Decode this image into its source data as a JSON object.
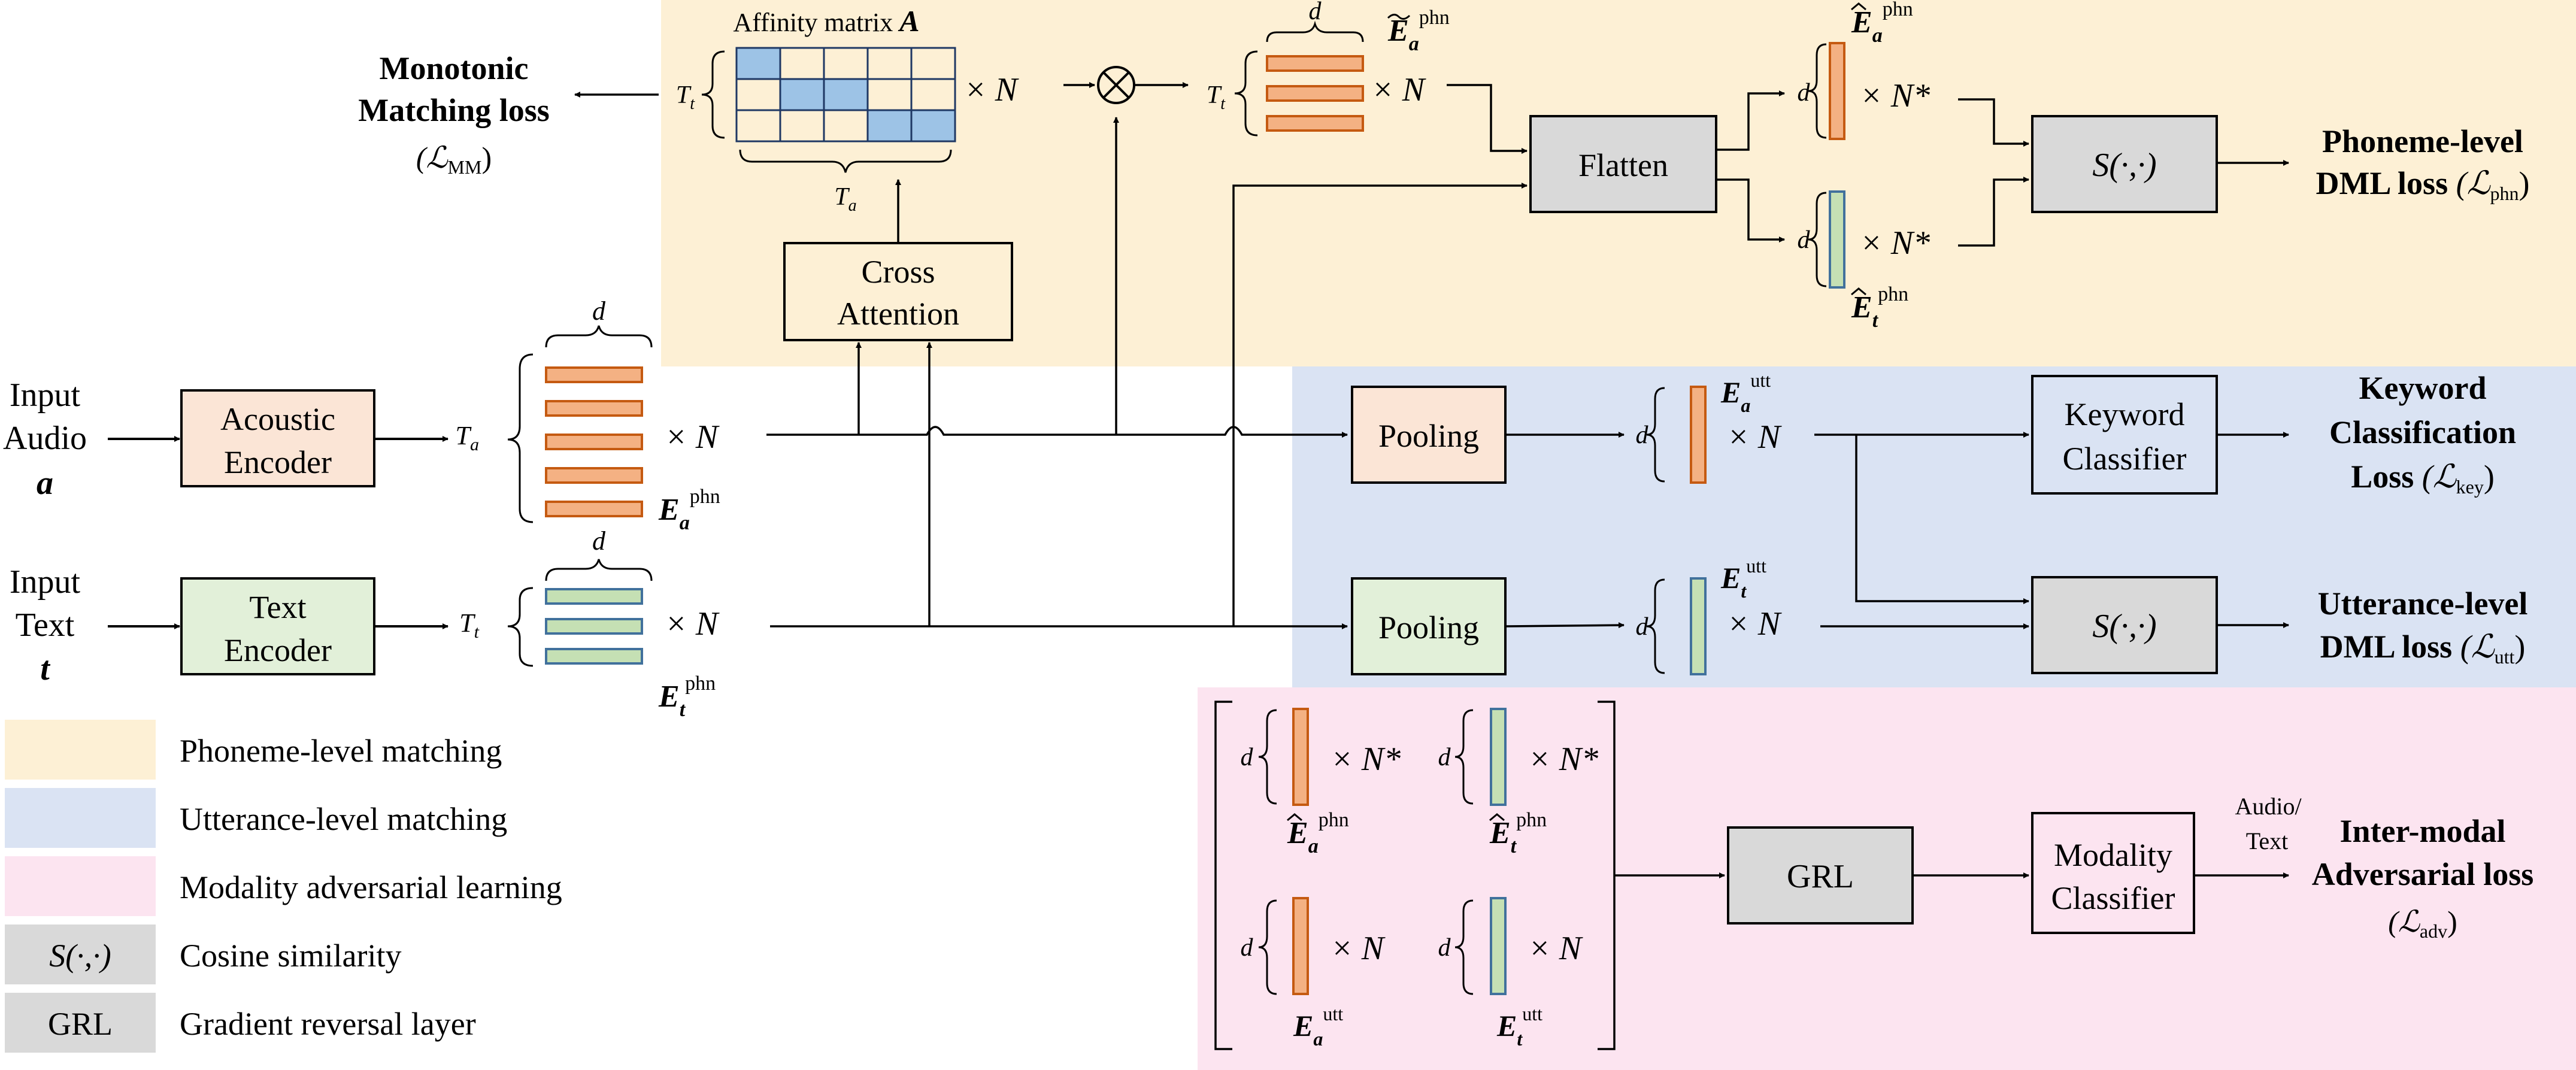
{
  "colors": {
    "phoneme_region": "#FDF0D5",
    "utterance_region": "#DAE3F3",
    "adversarial_region": "#FCE4F0",
    "acoustic_fill": "#FBE5D6",
    "text_fill": "#E2F0D9",
    "gray_fill": "#D9D9D9",
    "audio_bar": "#F4B183",
    "audio_bar_stroke": "#C55A11",
    "text_bar": "#C5E0B4",
    "text_bar_stroke": "#41719C",
    "affinity_cell": "#9DC3E6"
  },
  "inputs": {
    "audio_line1": "Input",
    "audio_line2": "Audio",
    "audio_symbol": "a",
    "text_line1": "Input",
    "text_line2": "Text",
    "text_symbol": "t"
  },
  "blocks": {
    "acoustic_encoder_line1": "Acoustic",
    "acoustic_encoder_line2": "Encoder",
    "text_encoder_line1": "Text",
    "text_encoder_line2": "Encoder",
    "cross_attention_line1": "Cross",
    "cross_attention_line2": "Attention",
    "flatten": "Flatten",
    "pooling_audio": "Pooling",
    "pooling_text": "Pooling",
    "keyword_classifier_line1": "Keyword",
    "keyword_classifier_line2": "Classifier",
    "cosine_top": "S(·,·)",
    "cosine_mid": "S(·,·)",
    "grl": "GRL",
    "modality_classifier_line1": "Modality",
    "modality_classifier_line2": "Classifier",
    "audio_text_line1": "Audio/",
    "audio_text_line2": "Text"
  },
  "symbols": {
    "d": "d",
    "Ta": "T",
    "Ta_sub": "a",
    "Tt": "T",
    "Tt_sub": "t",
    "times_N": "× N",
    "times_Nstar": "× N*",
    "E": "E",
    "sub_a": "a",
    "sub_t": "t",
    "sup_phn": "phn",
    "sup_utt": "utt",
    "affinity_label": "Affinity matrix",
    "affinity_symbol": "A",
    "otimes": "⊗"
  },
  "losses": {
    "mm_line1": "Monotonic",
    "mm_line2": "Matching loss",
    "mm_symbol": "(ℒ",
    "mm_sub": "MM",
    "phn_line1": "Phoneme-level",
    "phn_line2": "DML loss",
    "phn_symbol": "(ℒ",
    "phn_sub": "phn",
    "key_line1": "Keyword",
    "key_line2": "Classification",
    "key_line3": "Loss",
    "key_symbol": "(ℒ",
    "key_sub": "key",
    "utt_line1": "Utterance-level",
    "utt_line2": "DML loss",
    "utt_symbol": "(ℒ",
    "utt_sub": "utt",
    "adv_line1": "Inter-modal",
    "adv_line2": "Adversarial loss",
    "adv_symbol": "(ℒ",
    "adv_sub": "adv",
    "close_paren": ")"
  },
  "legend": [
    {
      "label": "Phoneme-level matching",
      "swatch": ""
    },
    {
      "label": "Utterance-level matching",
      "swatch": ""
    },
    {
      "label": "Modality adversarial learning",
      "swatch": ""
    },
    {
      "label": "Cosine similarity",
      "swatch": "S(·,·)"
    },
    {
      "label": "Gradient reversal layer",
      "swatch": "GRL"
    }
  ]
}
